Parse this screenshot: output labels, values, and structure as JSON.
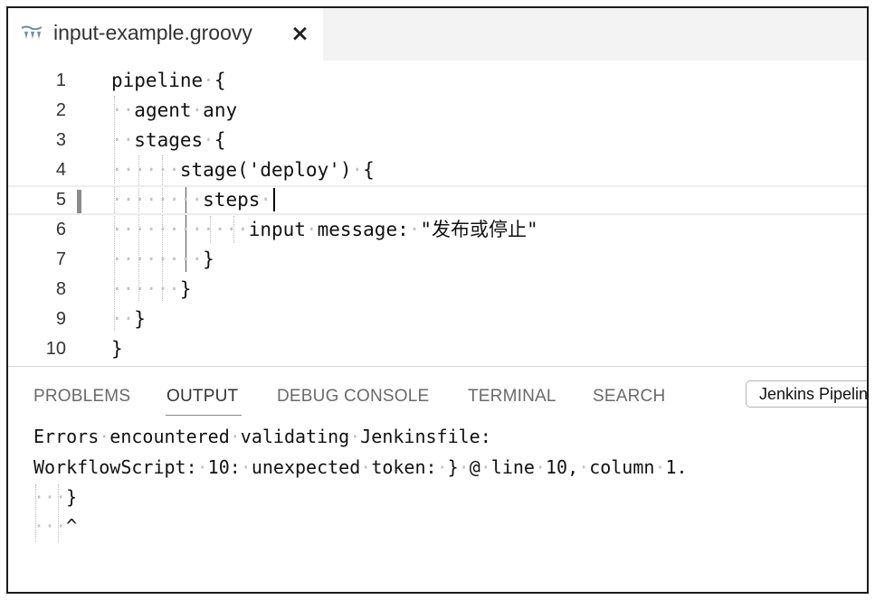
{
  "editor_tab": {
    "filename": "input-example.groovy",
    "close_glyph": "×",
    "icon": "groovy-file-icon"
  },
  "code_lines": [
    {
      "num": "1",
      "text": "pipeline {"
    },
    {
      "num": "2",
      "text": "agent any"
    },
    {
      "num": "3",
      "text": "stages {"
    },
    {
      "num": "4",
      "text": "stage('deploy') {"
    },
    {
      "num": "5",
      "text": "steps "
    },
    {
      "num": "6",
      "text": "input message: \"发布或停止\""
    },
    {
      "num": "7",
      "text": "}"
    },
    {
      "num": "8",
      "text": "}"
    },
    {
      "num": "9",
      "text": "}"
    },
    {
      "num": "10",
      "text": "}"
    }
  ],
  "current_line": "5",
  "panel": {
    "tabs": [
      {
        "label": "PROBLEMS"
      },
      {
        "label": "OUTPUT"
      },
      {
        "label": "DEBUG CONSOLE"
      },
      {
        "label": "TERMINAL"
      },
      {
        "label": "SEARCH"
      }
    ],
    "active_tab": "OUTPUT",
    "output_channel": "Jenkins Pipeline Linter",
    "output_lines": [
      "Errors encountered validating Jenkinsfile:",
      "WorkflowScript: 10: unexpected token: } @ line 10, column 1.",
      "}",
      "^"
    ]
  }
}
